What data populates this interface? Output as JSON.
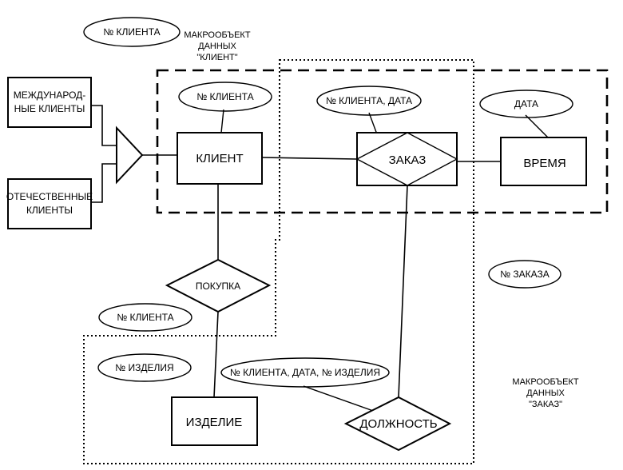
{
  "entities": {
    "client": "КЛИЕНТ",
    "time": "ВРЕМЯ",
    "product": "ИЗДЕЛИЕ",
    "intl_clients": [
      "МЕЖДУНАРОД-",
      "НЫЕ КЛИЕНТЫ"
    ],
    "domestic_clients": [
      "ОТЕЧЕСТВЕННЫЕ",
      "КЛИЕНТЫ"
    ]
  },
  "relationships": {
    "order": "ЗАКАЗ",
    "purchase": "ПОКУПКА",
    "position": "ДОЛЖНОСТЬ"
  },
  "attributes": {
    "client_no_free": "№ КЛИЕНТА",
    "client_no_key": "№ КЛИЕНТА",
    "client_no_date": "№ КЛИЕНТА, ДАТА",
    "date": "ДАТА",
    "order_no": "№ ЗАКАЗА",
    "client_no_purchase": "№ КЛИЕНТА",
    "product_no": "№ ИЗДЕЛИЯ",
    "client_date_product": "№ КЛИЕНТА, ДАТА, № ИЗДЕЛИЯ"
  },
  "macroobjects": {
    "client": [
      "МАКРООБЪЕКТ",
      "ДАННЫХ",
      "\"КЛИЕНТ\""
    ],
    "order": [
      "МАКРООБЪЕКТ",
      "ДАННЫХ",
      "\"ЗАКАЗ\""
    ]
  }
}
